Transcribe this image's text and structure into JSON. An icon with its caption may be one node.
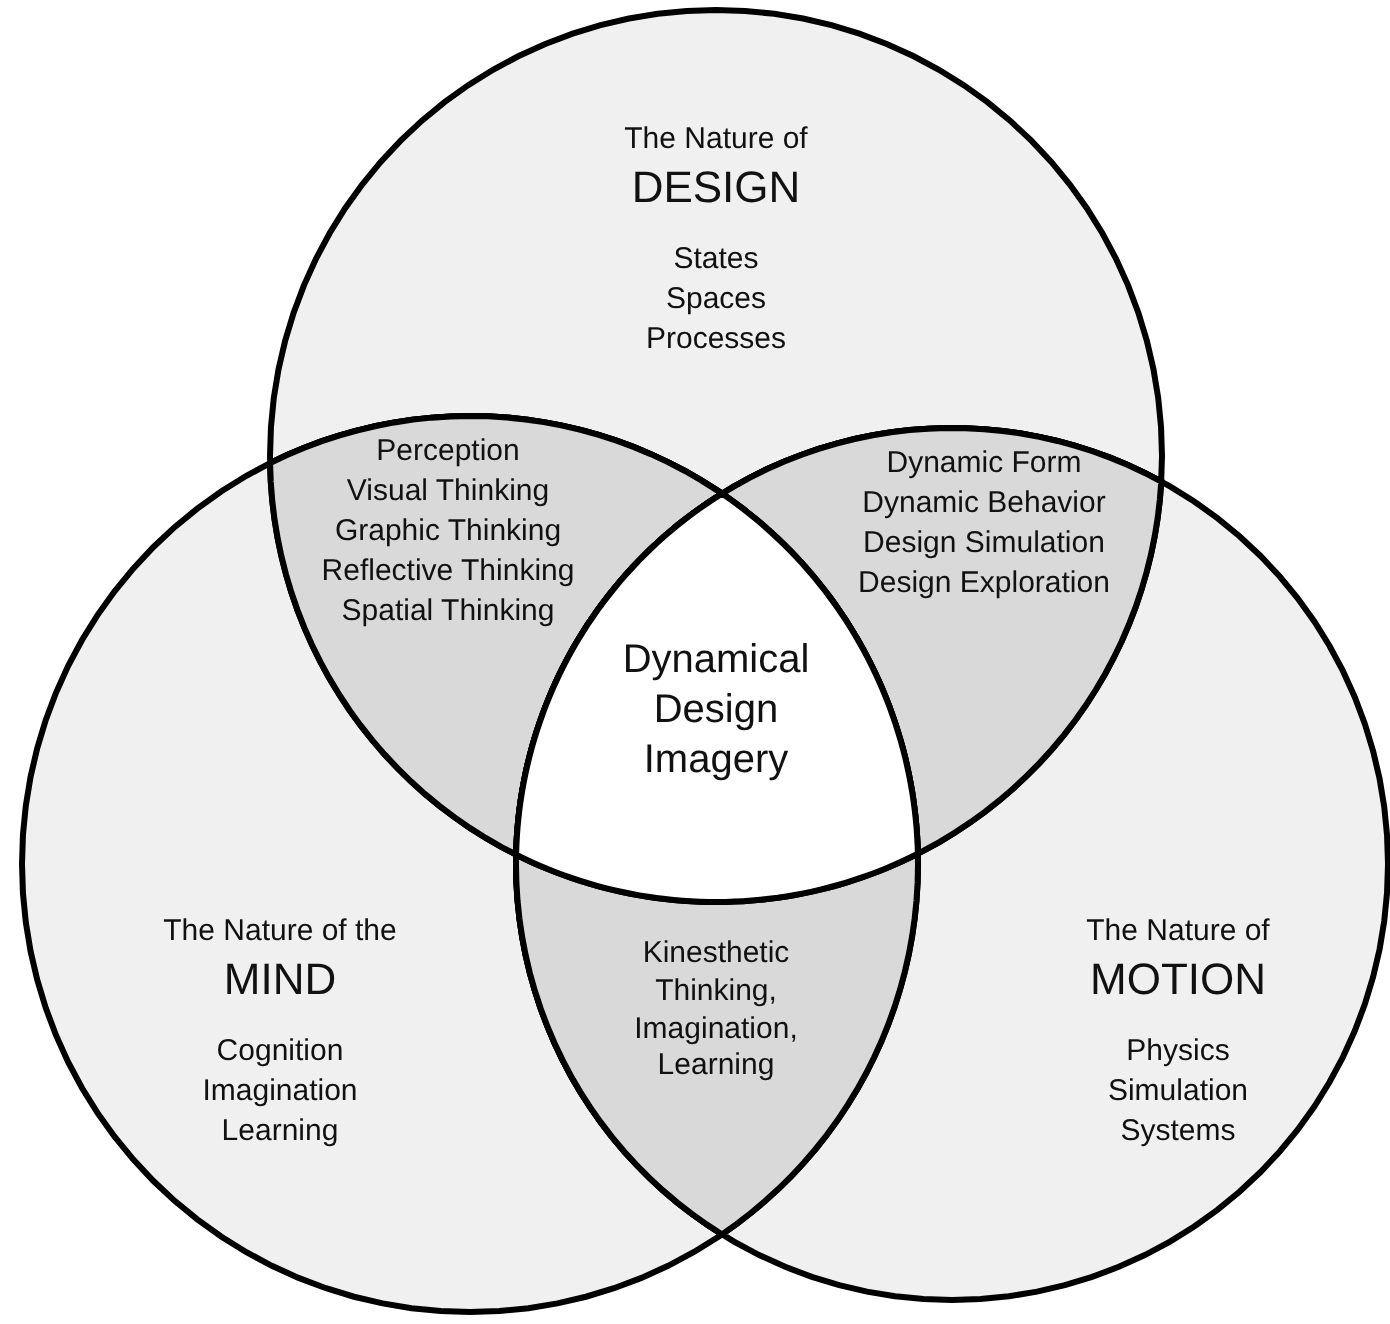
{
  "diagram": {
    "nodes": [
      {
        "text": [
          "The Nature of",
          "DESIGN",
          "States",
          "Spaces",
          "Processes"
        ]
      },
      {
        "text": [
          "The Nature of the",
          "MIND",
          "Cognition",
          "Imagination",
          "Learning"
        ]
      },
      {
        "text": [
          "The Nature of",
          "MOTION",
          "Physics",
          "Simulation",
          "Systems"
        ]
      },
      {
        "text": [
          "Perception",
          "Visual Thinking",
          "Graphic Thinking",
          "Reflective Thinking",
          "Spatial Thinking"
        ]
      },
      {
        "text": [
          "Dynamic Form",
          "Dynamic Behavior",
          "Design Simulation",
          "Design Exploration"
        ]
      },
      {
        "text": [
          "Kinesthetic Thinking, Imagination, Learning"
        ]
      },
      {
        "text": [
          "Dynamical Design Imagery"
        ]
      }
    ],
    "edges": []
  }
}
